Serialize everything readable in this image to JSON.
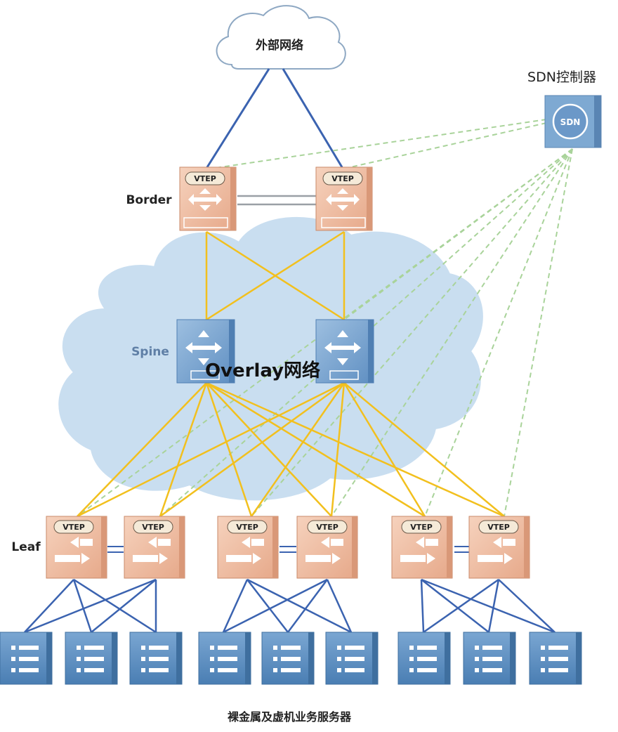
{
  "labels": {
    "external_network": "外部网络",
    "sdn_controller": "SDN控制器",
    "sdn_icon_text": "SDN",
    "border": "Border",
    "spine": "Spine",
    "leaf": "Leaf",
    "overlay": "Overlay网络",
    "servers": "裸金属及虚机业务服务器"
  },
  "vtep_label": "VTEP",
  "devices": {
    "border_switches": [
      "VTEP",
      "VTEP"
    ],
    "spine_switches": 2,
    "leaf_switches": [
      "VTEP",
      "VTEP",
      "VTEP",
      "VTEP",
      "VTEP",
      "VTEP"
    ],
    "servers": 9
  },
  "colors": {
    "uplink": "#3b63b0",
    "fabric_link": "#f2c01e",
    "controller_link": "#a9d39a",
    "peer_link": "#9aa0a6",
    "overlay_cloud": "#c7dcef",
    "switch_orange": "#ecb89a",
    "switch_blue": "#6e9bc9",
    "server_blue": "#5b8dbd"
  }
}
